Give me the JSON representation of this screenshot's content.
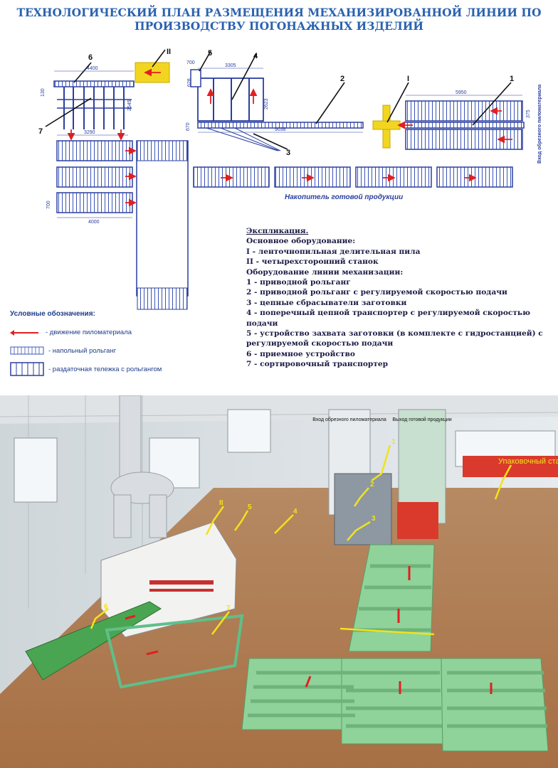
{
  "title": {
    "line1": "ТЕХНОЛОГИЧЕСКИЙ ПЛАН РАЗМЕЩЕНИЯ МЕХАНИЗИРОВАННОЙ ЛИНИИ ПО",
    "line2": "ПРОИЗВОДСТВУ ПОГОНАЖНЫХ ИЗДЕЛИЙ"
  },
  "plan": {
    "dims": {
      "d4400": "4400",
      "d700": "700",
      "d628": "628",
      "d3305": "3305",
      "d5950": "5950",
      "d130": "130",
      "d2545": "2545",
      "d2623": "2623",
      "d375": "375",
      "d670": "670",
      "d3290": "3290",
      "d9038": "9038",
      "d700b": "700",
      "d4000": "4000"
    },
    "labels": {
      "l1": "1",
      "l2": "2",
      "l3": "3",
      "l4": "4",
      "l5": "5",
      "l6": "6",
      "l7": "7",
      "lI": "I",
      "lII": "II"
    },
    "storage_caption": "Накопитель готовой продукции",
    "side_caption": "Вход обрезного пиломатериала"
  },
  "legend": {
    "title": "Условные обозначения:",
    "items": [
      {
        "label": "- движение пиломатериала"
      },
      {
        "label": "- напольный рольганг"
      },
      {
        "label": "- раздаточная тележка с рольгангом"
      }
    ]
  },
  "explication": {
    "heading": "Экспликация.",
    "main_heading": "Основное оборудование:",
    "main_items": [
      "I - ленточнопильная делительная пила",
      "II - четырехсторонний станок"
    ],
    "mech_heading": "Оборудование линии механизации:",
    "mech_items": [
      "1 - приводной рольганг",
      "2 - приводной рольганг с регулируемой скоростью подачи",
      "3 - цепные сбрасыватели заготовки",
      "4 - поперечный цепной транспортер с регулируемой скоростью подачи",
      "5 - устройство захвата заготовки (в комплекте с гидростанцией) с регулируемой скоростью подачи",
      "6 - приемное устройство",
      "7 - сортировочный транспортер"
    ]
  },
  "photo": {
    "sign_entry": "Вход обрезного пиломатериала",
    "sign_exit": "Выход готовой продукции",
    "packing_label": "Упаковочный станок",
    "markers": {
      "m1": "1",
      "m2": "2",
      "m3": "3",
      "m4": "4",
      "m5": "5",
      "m6": "6",
      "m7": "7",
      "mII": "II"
    }
  },
  "colors": {
    "title_blue": "#2a62b0",
    "plan_blue": "#2b3f9e",
    "arrow_red": "#e02020",
    "machine_yellow": "#f2d520",
    "roller_green": "#8fd39a",
    "floor_brown": "#b07a4c"
  }
}
